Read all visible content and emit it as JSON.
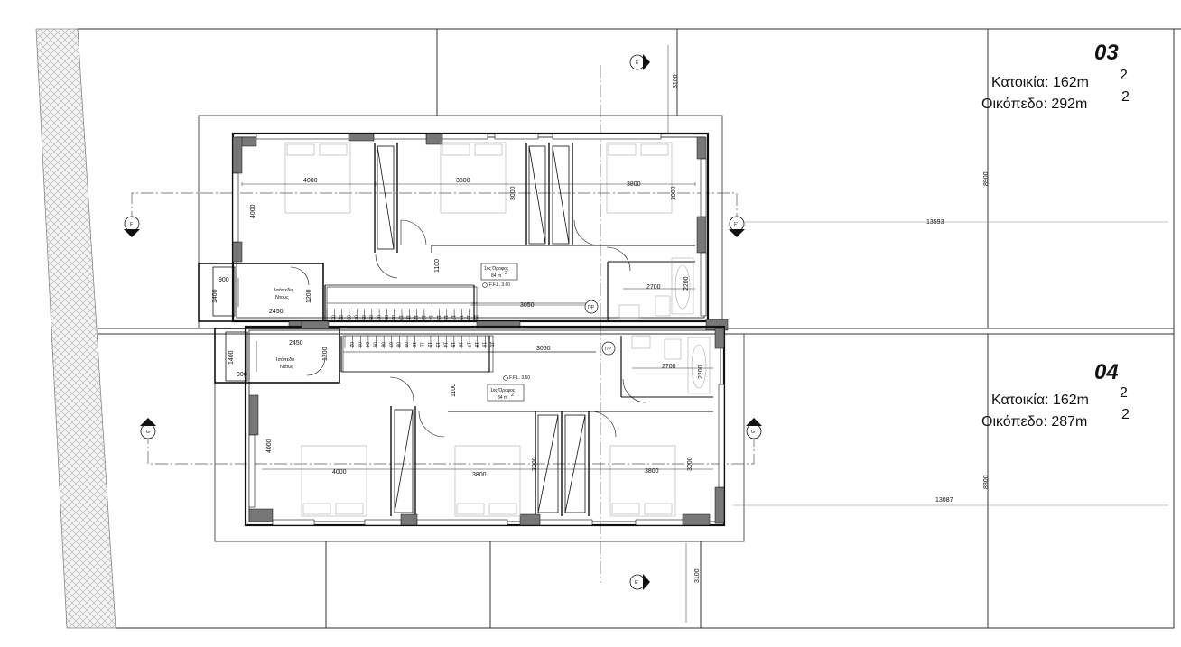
{
  "units": [
    {
      "number": "03",
      "area_label": "Κατοικία: 162m",
      "plot_label": "Οικόπεδο: 292m",
      "sup": "2"
    },
    {
      "number": "04",
      "area_label": "Κατοικία: 162m",
      "plot_label": "Οικόπεδο: 287m",
      "sup": "2"
    }
  ],
  "floor_label": {
    "name": "1ος Όροφος",
    "area": "84 m",
    "sup": "2",
    "ffl": "F.F.L. 3.60"
  },
  "shower_label": {
    "line1": "Ισόπεδο",
    "line2": "Ντους"
  },
  "pr_tag": "ΠΡ",
  "sections": {
    "E": "E",
    "E2": "E'",
    "F": "F",
    "F2": "F'",
    "G": "G",
    "G2": "G'"
  },
  "dims": {
    "d4000": "4000",
    "d3800": "3800",
    "d3000": "3000",
    "d1100": "1100",
    "d900": "900",
    "d1400": "1400",
    "d1200": "1200",
    "d2450": "2450",
    "d3050": "3050",
    "d2700": "2700",
    "d2200": "2200",
    "d3100": "3100",
    "d8900": "8900",
    "d8800": "8800",
    "d13593": "13593",
    "d13087": "13087"
  },
  "stair_steps_upper": [
    "01",
    "02",
    "03",
    "04",
    "05",
    "06",
    "07",
    "08",
    "09",
    "10",
    "11",
    "12",
    "13",
    "14",
    "15",
    "16",
    "17",
    "18",
    "19",
    "20"
  ],
  "stair_steps_lower": [
    "02",
    "03",
    "04",
    "05",
    "06",
    "07",
    "08",
    "09",
    "10",
    "11",
    "12",
    "13",
    "14",
    "15",
    "16",
    "17",
    "18",
    "19",
    "20"
  ]
}
